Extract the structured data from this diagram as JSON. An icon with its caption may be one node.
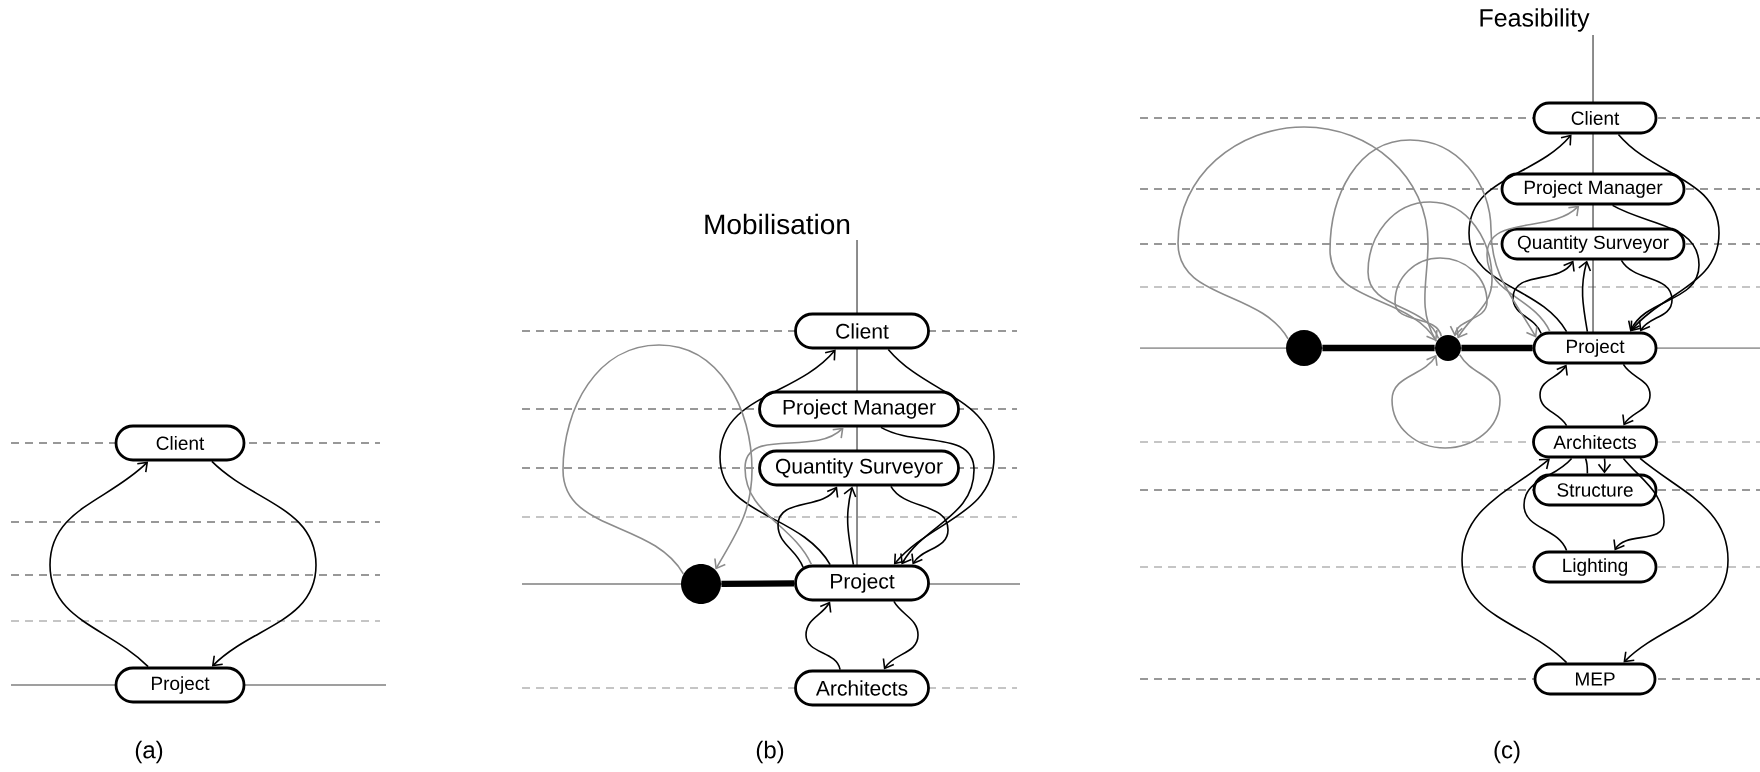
{
  "diagram": {
    "nodes": [
      {
        "text": [
          "Client"
        ]
      },
      {
        "text": [
          "Project"
        ]
      },
      {
        "text": [
          "Client"
        ]
      },
      {
        "text": [
          "Project Manager"
        ]
      },
      {
        "text": [
          "Quantity Surveyor"
        ]
      },
      {
        "text": [
          "Project"
        ]
      },
      {
        "text": [
          "Architects"
        ]
      },
      {
        "text": [],
        "shape": "circle"
      },
      {
        "text": [
          "Client"
        ]
      },
      {
        "text": [
          "Project Manager"
        ]
      },
      {
        "text": [
          "Quantity Surveyor"
        ]
      },
      {
        "text": [
          "Project"
        ]
      },
      {
        "text": [
          "Architects"
        ]
      },
      {
        "text": [
          "Structure"
        ]
      },
      {
        "text": [
          "Lighting"
        ]
      },
      {
        "text": [
          "MEP"
        ]
      },
      {
        "text": [],
        "shape": "circle"
      },
      {
        "text": [],
        "shape": "circle"
      }
    ],
    "edges": [
      {
        "from": 1,
        "to": 0,
        "arrow": "to"
      },
      {
        "from": 0,
        "to": 1,
        "arrow": "to"
      },
      {
        "from": 5,
        "to": 2,
        "arrow": "to"
      },
      {
        "from": 2,
        "to": 5,
        "arrow": "to"
      },
      {
        "from": 5,
        "to": 3,
        "arrow": "to",
        "color": "#8c8c8c"
      },
      {
        "from": 3,
        "to": 5,
        "arrow": "to"
      },
      {
        "from": 5,
        "to": 4,
        "arrow": "to"
      },
      {
        "from": 4,
        "to": 5,
        "arrow": "to"
      },
      {
        "from": 5,
        "to": 4,
        "arrow": "to"
      },
      {
        "from": 7,
        "to": 7,
        "arrow": "to",
        "color": "#8c8c8c"
      },
      {
        "from": 7,
        "to": 5,
        "arrow": "none",
        "style": "thick"
      },
      {
        "from": 5,
        "to": 6,
        "arrow": "to"
      },
      {
        "from": 6,
        "to": 5,
        "arrow": "to"
      },
      {
        "from": 11,
        "to": 8,
        "arrow": "to"
      },
      {
        "from": 8,
        "to": 11,
        "arrow": "to"
      },
      {
        "from": 11,
        "to": 9,
        "arrow": "to",
        "color": "#8c8c8c"
      },
      {
        "from": 9,
        "to": 11,
        "arrow": "to"
      },
      {
        "from": 11,
        "to": 10,
        "arrow": "to"
      },
      {
        "from": 10,
        "to": 11,
        "arrow": "to"
      },
      {
        "from": 11,
        "to": 10,
        "arrow": "to"
      },
      {
        "from": 16,
        "to": 17,
        "arrow": "to",
        "color": "#8c8c8c"
      },
      {
        "from": 17,
        "to": 11,
        "arrow": "to",
        "color": "#8c8c8c"
      },
      {
        "from": 17,
        "to": 17,
        "arrow": "to",
        "color": "#8c8c8c"
      },
      {
        "from": 17,
        "to": 17,
        "arrow": "to",
        "color": "#8c8c8c"
      },
      {
        "from": 17,
        "to": 17,
        "arrow": "to",
        "color": "#8c8c8c"
      },
      {
        "from": 16,
        "to": 17,
        "arrow": "none",
        "style": "thick"
      },
      {
        "from": 17,
        "to": 11,
        "arrow": "none",
        "style": "thick"
      },
      {
        "from": 11,
        "to": 12,
        "arrow": "to"
      },
      {
        "from": 12,
        "to": 11,
        "arrow": "to"
      },
      {
        "from": 12,
        "to": 13,
        "arrow": "to"
      },
      {
        "from": 13,
        "to": 12,
        "arrow": "none"
      },
      {
        "from": 12,
        "to": 14,
        "arrow": "to"
      },
      {
        "from": 14,
        "to": 12,
        "arrow": "none"
      },
      {
        "from": 12,
        "to": 15,
        "arrow": "to"
      },
      {
        "from": 15,
        "to": 12,
        "arrow": "to"
      }
    ],
    "labels": [
      "Feasibility",
      "Mobilisation",
      "(a)",
      "(b)",
      "(c)"
    ]
  }
}
